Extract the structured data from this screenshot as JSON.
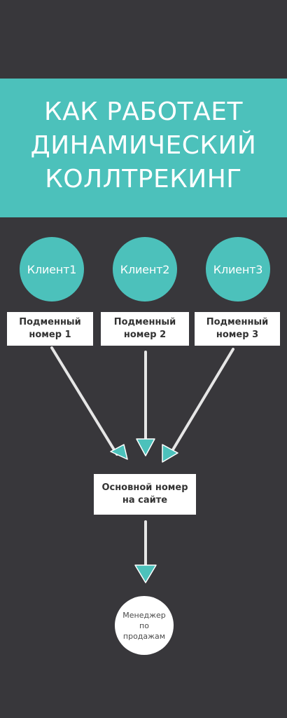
{
  "title": {
    "line1": "КАК РАБОТАЕТ",
    "line2": "ДИНАМИЧЕСКИЙ",
    "line3": "КОЛЛТРЕКИНГ"
  },
  "clients": [
    {
      "label": "Клиент1"
    },
    {
      "label": "Клиент2"
    },
    {
      "label": "Клиент3"
    }
  ],
  "substitute_numbers": [
    {
      "line1": "Подменный",
      "line2": "номер 1"
    },
    {
      "line1": "Подменный",
      "line2": "номер 2"
    },
    {
      "line1": "Подменный",
      "line2": "номер 3"
    }
  ],
  "main_number": {
    "line1": "Основной номер",
    "line2": "на сайте"
  },
  "manager": {
    "line1": "Менеджер",
    "line2": "по",
    "line3": "продажам"
  },
  "colors": {
    "background": "#38373b",
    "accent": "#4cc1bb",
    "box": "#ffffff",
    "arrow_line": "#e6e6e6"
  }
}
